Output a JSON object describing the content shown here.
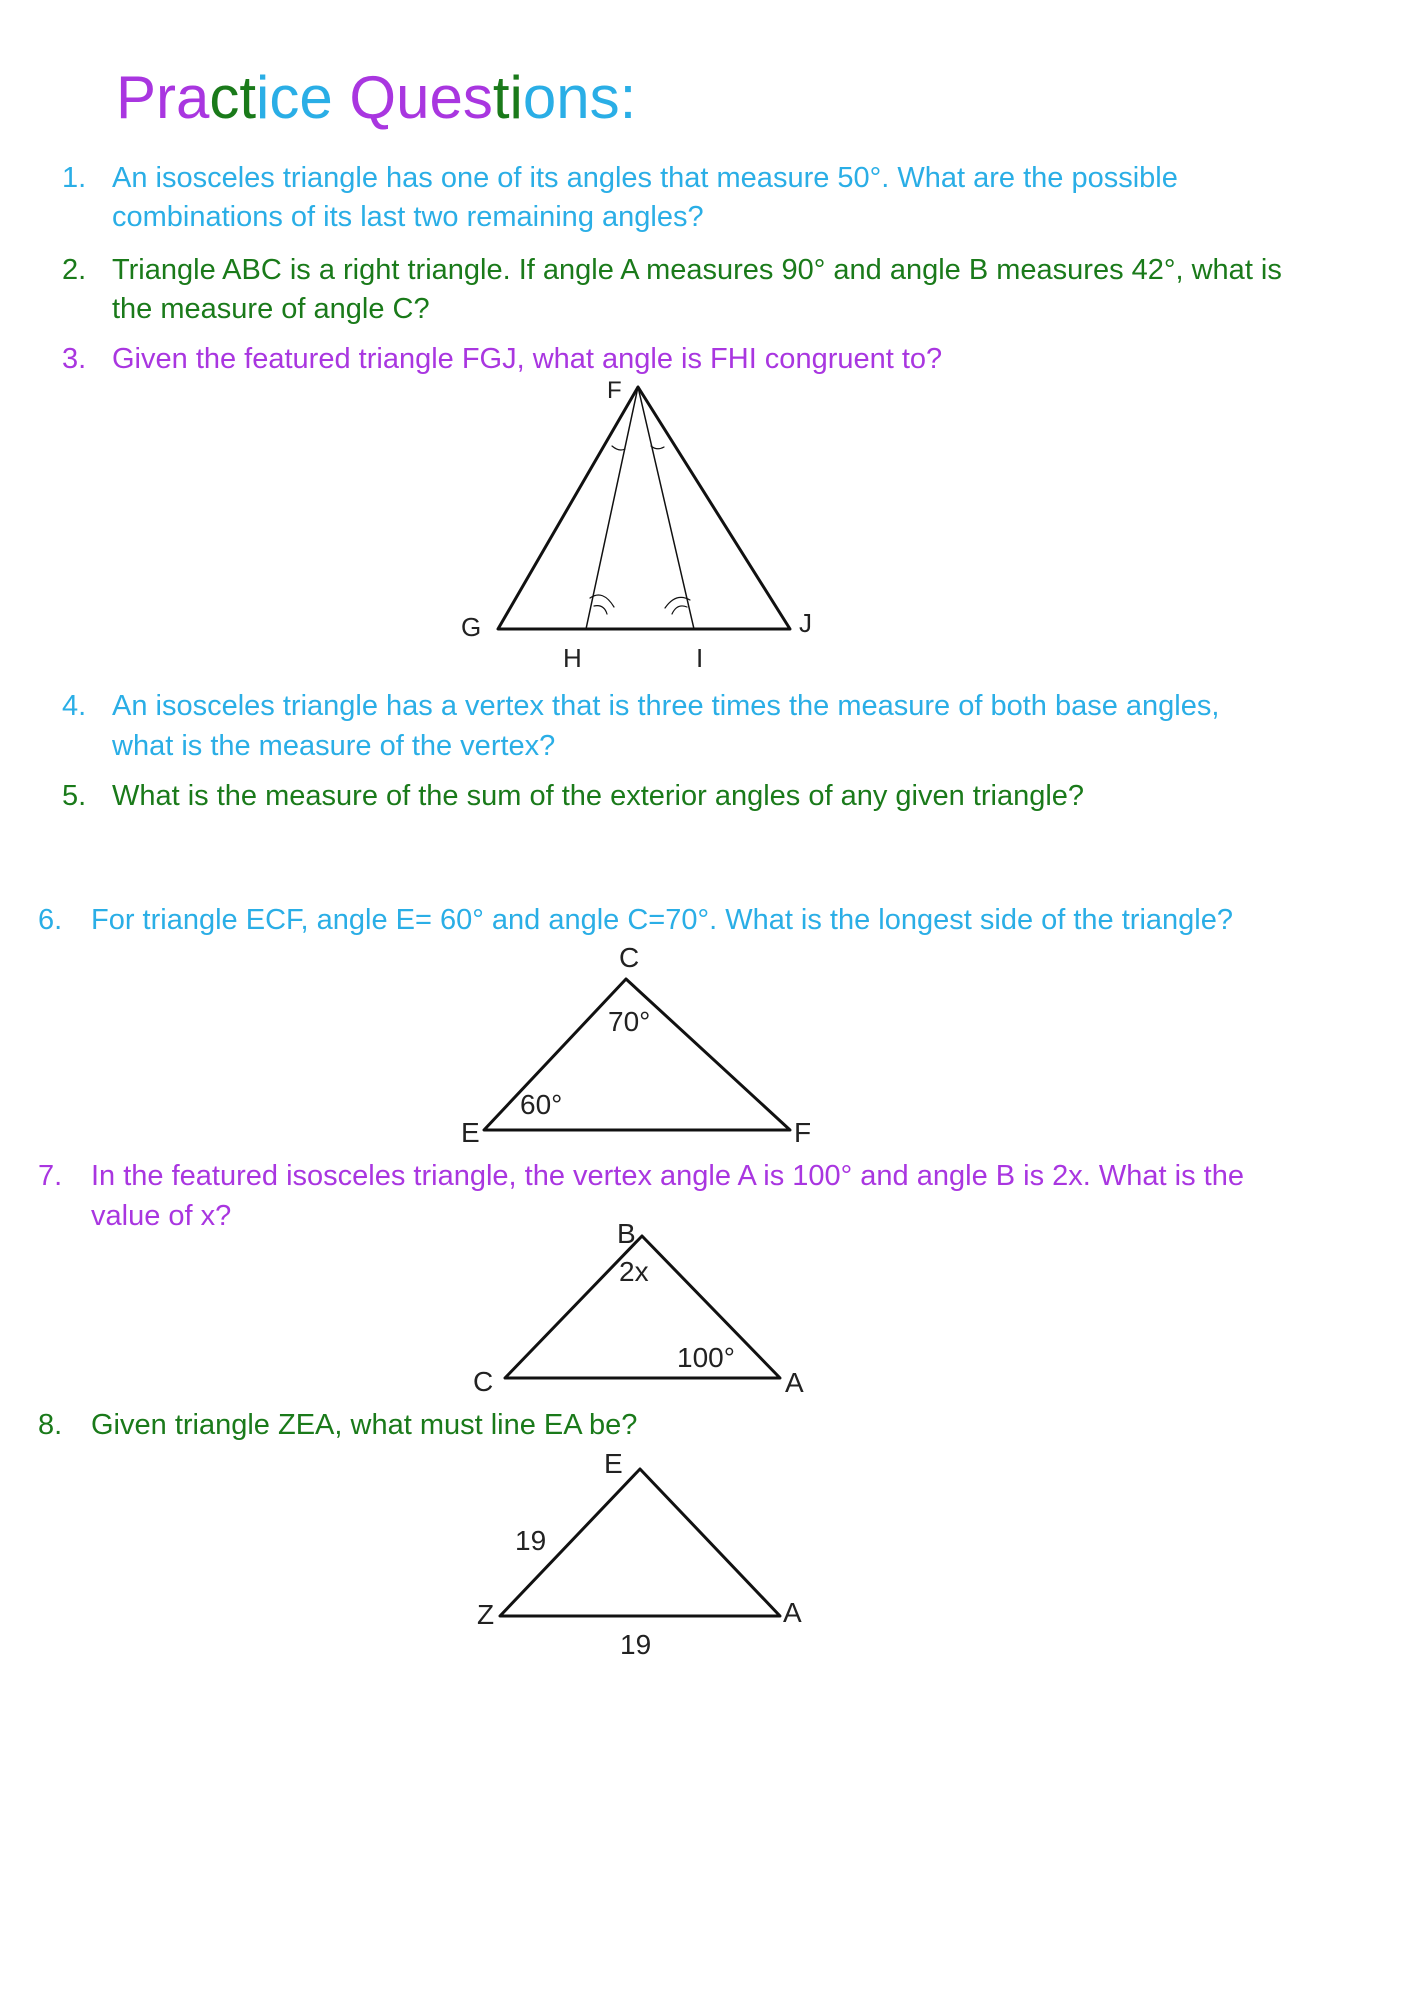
{
  "title": {
    "segments": [
      {
        "text": "Pra",
        "color": "#a936e0"
      },
      {
        "text": "ct",
        "color": "#1a7a1a"
      },
      {
        "text": "ice ",
        "color": "#2aaee6"
      },
      {
        "text": "Ques",
        "color": "#a936e0"
      },
      {
        "text": "ti",
        "color": "#1a7a1a"
      },
      {
        "text": "ons:",
        "color": "#2aaee6"
      }
    ]
  },
  "colors": {
    "blue": "#2aaee6",
    "green": "#1a7a1a",
    "purple": "#a936e0"
  },
  "questions": [
    {
      "num": "1.",
      "lines": [
        "An isosceles triangle has one of its angles that measure 50°. What are the possible",
        "combinations of its last two remaining angles?"
      ]
    },
    {
      "num": "2.",
      "lines": [
        "Triangle ABC is a right triangle. If angle A measures 90° and angle B measures 42°, what is",
        "the measure of angle C?"
      ]
    },
    {
      "num": "3.",
      "lines": [
        "Given the featured triangle FGJ, what angle is FHI congruent to?"
      ]
    },
    {
      "num": "4.",
      "lines": [
        "An isosceles triangle has a vertex that is three times the measure of both base angles,",
        "what is the measure of the vertex?"
      ]
    },
    {
      "num": "5.",
      "lines": [
        "What is the measure of the sum of the exterior angles of any given triangle?"
      ]
    },
    {
      "num": "6.",
      "lines": [
        "For triangle  ECF, angle E= 60° and angle C=70°. What is the longest side of the triangle?"
      ]
    },
    {
      "num": "7.",
      "lines": [
        "In the featured isosceles triangle, the vertex angle A is 100° and angle B is 2x. What is the",
        "value of x?"
      ]
    },
    {
      "num": "8.",
      "lines": [
        "Given triangle ZEA, what must line EA be?"
      ]
    }
  ],
  "figures": {
    "fgj": {
      "F": "F",
      "G": "G",
      "J": "J",
      "H": "H",
      "I": "I"
    },
    "ecf": {
      "C": "C",
      "E": "E",
      "F": "F",
      "angle_C": "70°",
      "angle_E": "60°"
    },
    "bca": {
      "B": "B",
      "C": "C",
      "A": "A",
      "angle_B": "2x",
      "angle_A": "100°"
    },
    "zea": {
      "E": "E",
      "Z": "Z",
      "A": "A",
      "side_ZE": "19",
      "side_ZA": "19"
    }
  }
}
